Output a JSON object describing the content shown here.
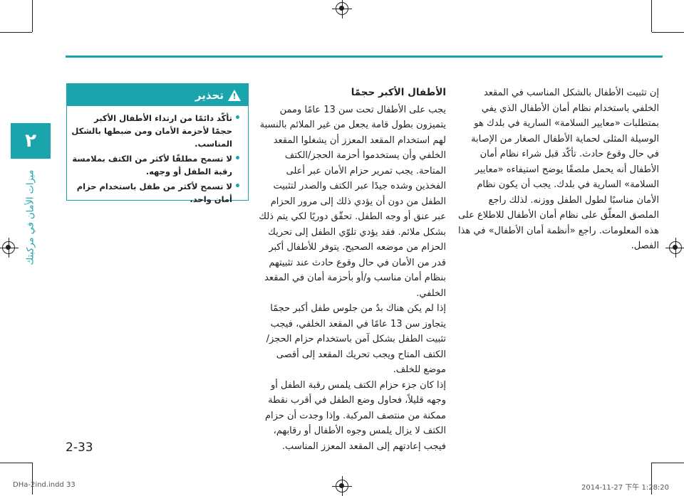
{
  "chapter": {
    "number": "٢",
    "side_title": "ميزات الأمان في مركبتك"
  },
  "warning": {
    "title": "تحذير",
    "items": [
      "تأكّد دائمًا من ارتداء الأطفال الأكبر حجمًا لأحزمة الأمان ومن ضبطها بالشكل المناسب.",
      "لا تسمح مطلقًا لأكثر من الكتف بملامسة رقبة الطفل أو وجهه.",
      "لا تسمح لأكثر من طفل باستخدام حزام أمان واحد."
    ]
  },
  "middle_column": {
    "heading": "الأطفال الأكبر حجمًا",
    "paragraphs": [
      "يجب على الأطفال تحت سن 13 عامًا وممن يتميزون بطول قامة يجعل من غير الملائم بالنسبة لهم استخدام المقعد المعزز أن يشغلوا المقعد الخلفي وأن يستخدموا أحزمة الحجز/الكتف المتاحة. يجب تمرير حزام الأمان عبر أعلى الفخذين وشده جيدًا عبر الكتف والصدر لتثبيت الطفل من دون أن يؤدي ذلك إلى مرور الحزام عبر عنق أو وجه الطفل. تحقّق دوريًا لكي يتم ذلك بشكل ملائم. فقد يؤدي تلوّي الطفل إلى تحريك الحزام من موضعه الصحيح. يتوفر للأطفال أكبر قدر من الأمان في حال وقوع حادث عند تثبيتهم بنظام أمان مناسب و/أو بأحزمة أمان في المقعد الخلفي.",
      "إذا لم يكن هناك بدٌ من جلوس طفل أكبر حجمًا يتجاوز سن 13 عامًا في المقعد الخلفي، فيجب تثبيت الطفل بشكل آمن باستخدام حزام الحجز/ الكتف المتاح ويجب تحريك المقعد إلى أقصى موضع للخلف.",
      "إذا كان جزء حزام الكتف يلمس رقبة الطفل أو وجهه قليلاً، فحاول وضع الطفل في أقرب نقطة ممكنة من منتصف المركبة. وإذا وجدت أن حزام الكتف لا يزال يلمس وجوه الأطفال أو رقابهم، فيجب إعادتهم إلى المقعد المعزز المناسب."
    ]
  },
  "right_column": {
    "paragraphs": [
      "إن تثبيت الأطفال بالشكل المناسب في المقعد الخلفي باستخدام نظام أمان الأطفال الذي يفي بمتطلبات «معايير السلامة» السارية في بلدك هو الوسيلة المثلى لحماية الأطفال الصغار من الإصابة في حال وقوع حادث. تأكّد قبل شراء نظام أمان الأطفال أنه يحمل ملصقًا يوضح استيفاءه «معايير السلامة» السارية في بلدك. يجب أن يكون نظام الأمان مناسبًا لطول الطفل ووزنه. لذلك راجع الملصق المعلّق على نظام أمان الأطفال للاطلاع على هذه المعلومات. راجع «أنظمة أمان الأطفال» في هذا الفصل."
    ]
  },
  "page_number": "2-33",
  "footer": {
    "file": "DHa-2ind.indd   33",
    "timestamp": "2014-11-27   下午 1:28:20"
  }
}
